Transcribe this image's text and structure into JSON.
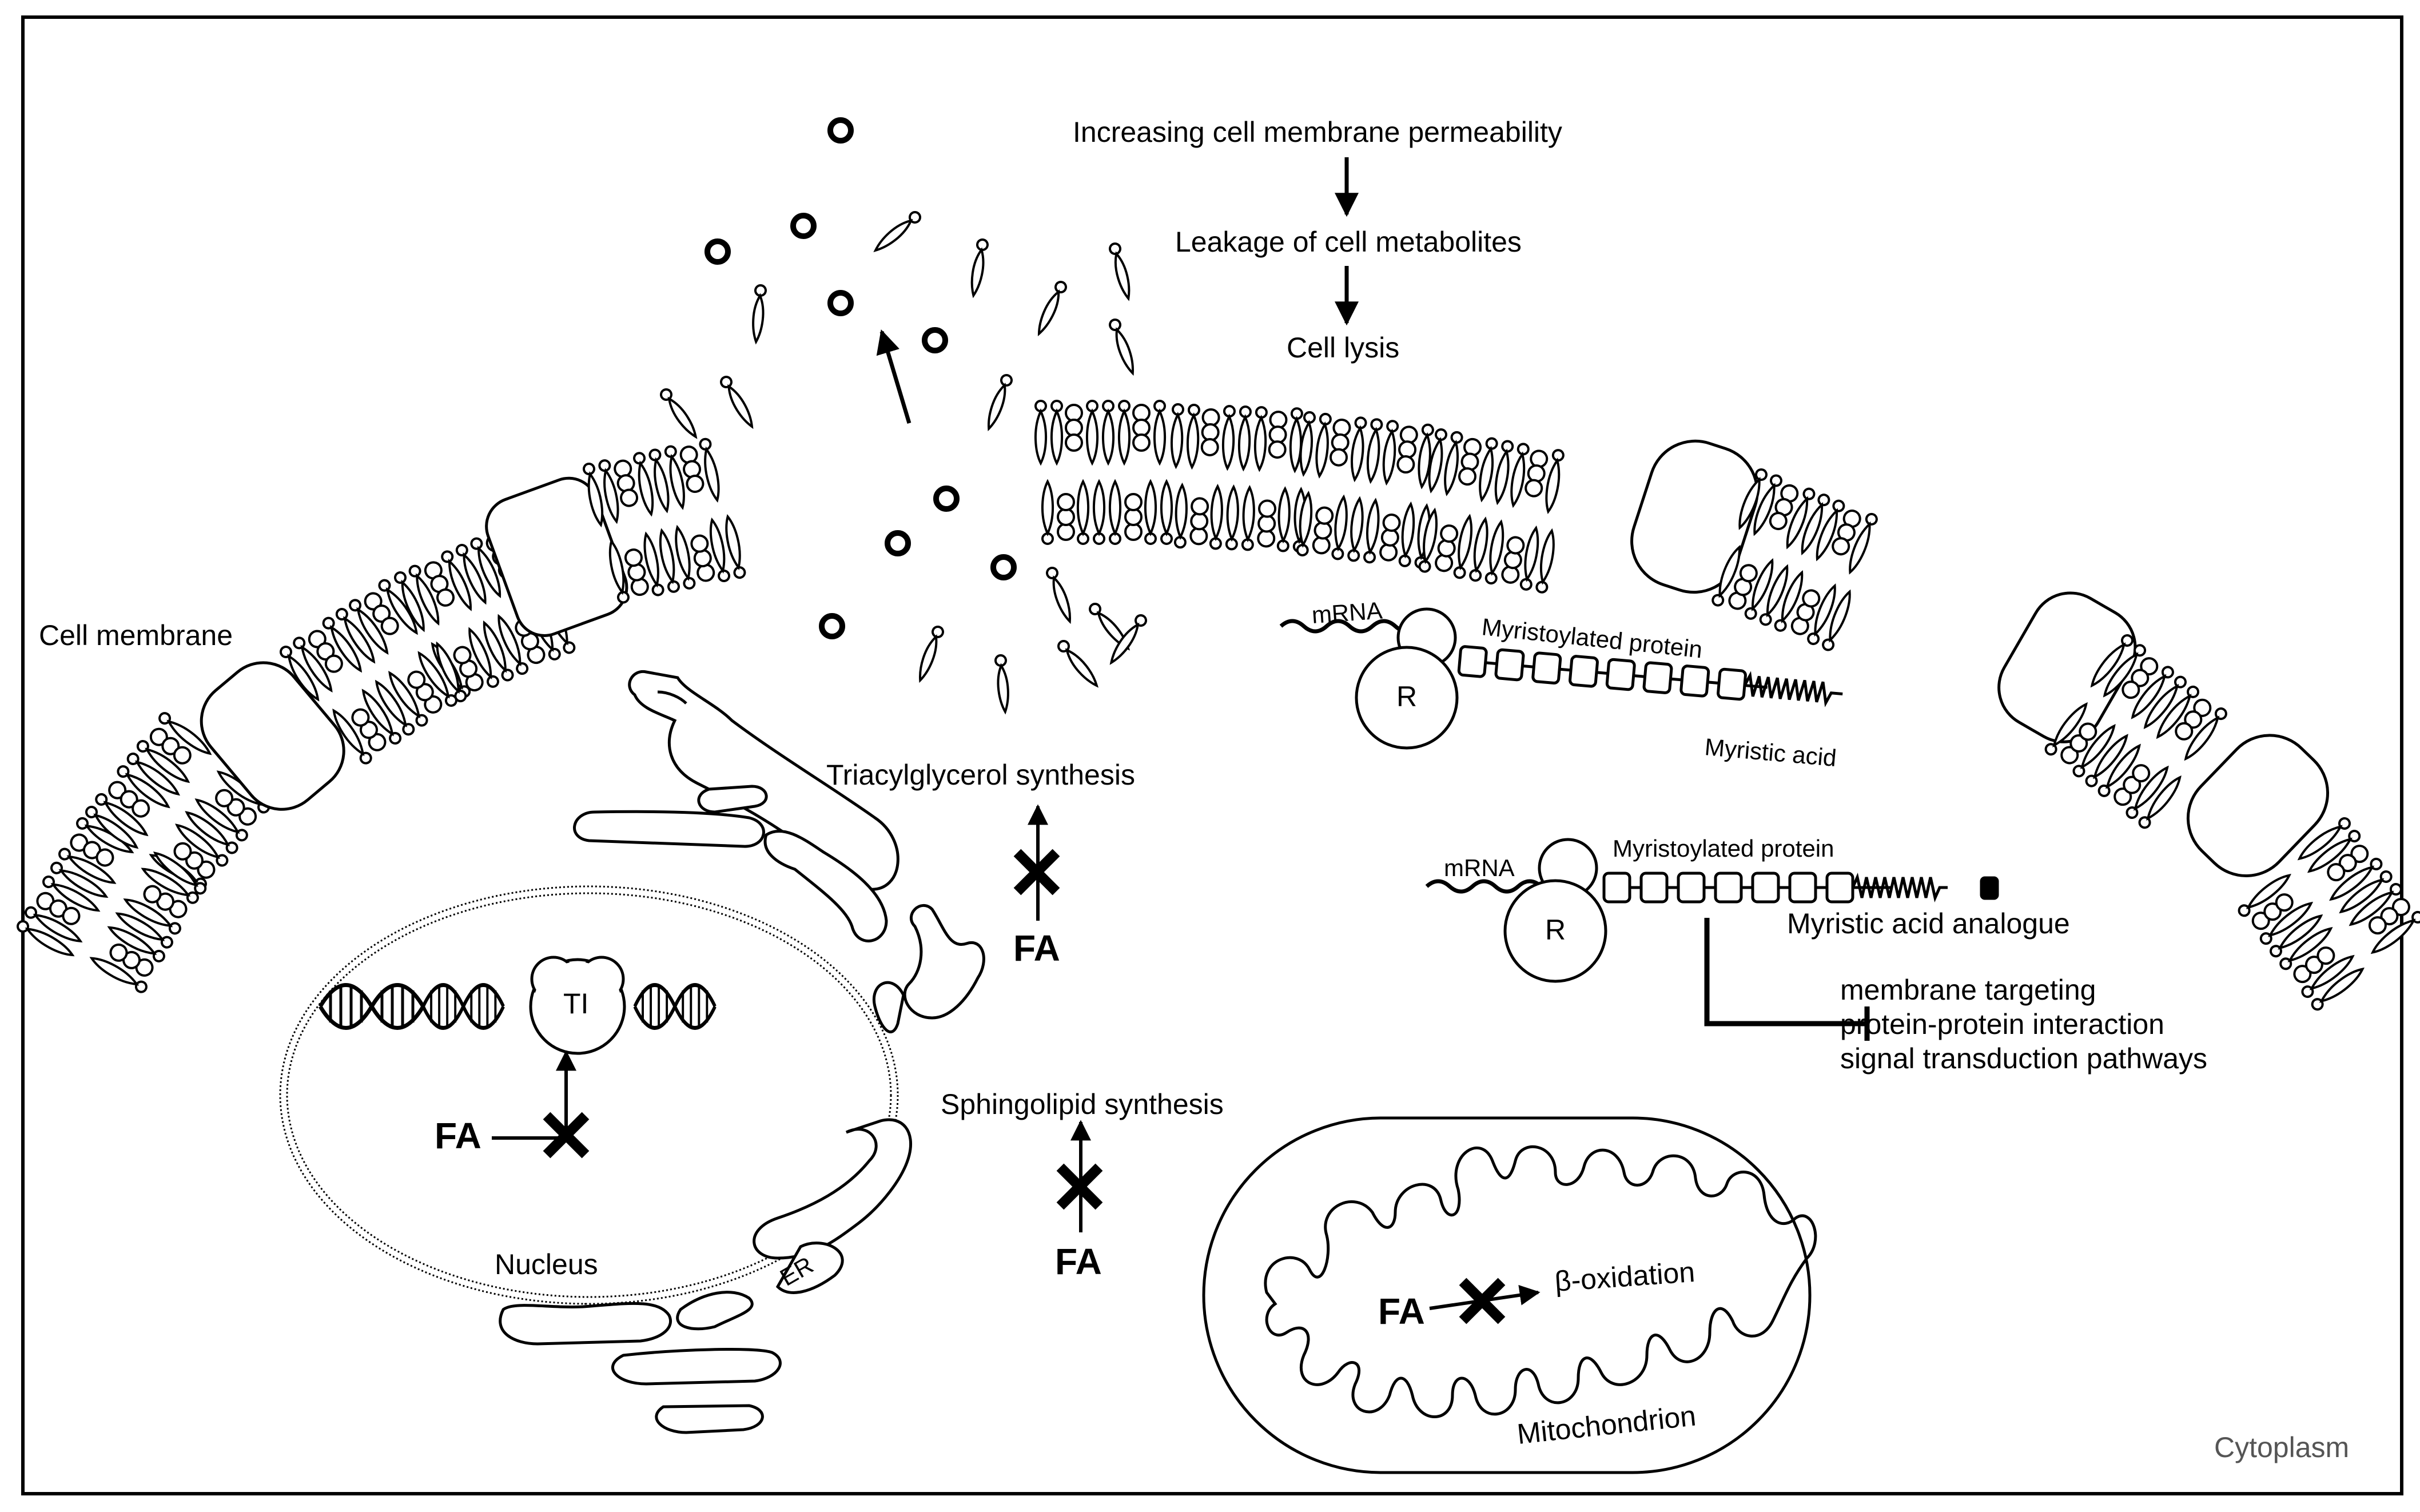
{
  "labels": {
    "increasing_permeability": "Increasing cell membrane permeability",
    "leakage": "Leakage of cell metabolites",
    "cell_lysis": "Cell lysis",
    "cell_membrane": "Cell membrane",
    "triacylglycerol": "Triacylglycerol synthesis",
    "sphingolipid": "Sphingolipid synthesis",
    "nucleus": "Nucleus",
    "er": "ER",
    "ti": "TI",
    "fa": "FA",
    "mrna": "mRNA",
    "ribosome": "R",
    "myristoylated_protein": "Myristoylated protein",
    "myristic_acid": "Myristic acid",
    "myristic_acid_analogue": "Myristic acid analogue",
    "effects": [
      "membrane targeting",
      "protein-protein interaction",
      "signal transduction pathways"
    ],
    "beta_oxidation": "β-oxidation",
    "mitochondrion": "Mitochondrion",
    "cytoplasm": "Cytoplasm"
  },
  "colors": {
    "stroke": "#000000",
    "background": "#ffffff",
    "cytoplasm_label": "#555555"
  }
}
